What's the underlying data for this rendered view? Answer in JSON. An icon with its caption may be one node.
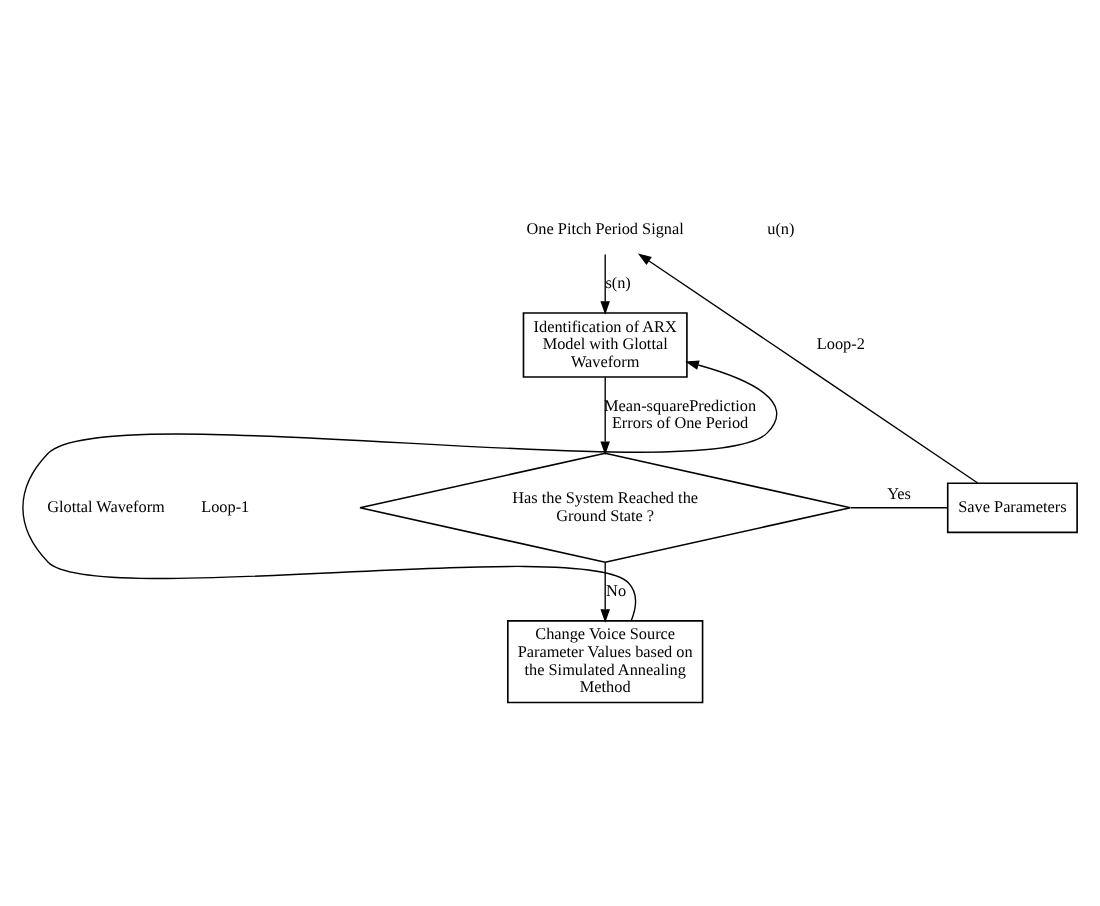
{
  "diagram": {
    "nodes": [
      {
        "text": [
          "One Pitch Period Signal"
        ]
      },
      {
        "text": [
          "Identification of ARX Model with Glottal Waveform"
        ]
      },
      {
        "text": [
          "Has the System Reached the Ground State ?"
        ]
      },
      {
        "text": [
          "Save Parameters"
        ]
      },
      {
        "text": [
          "Change Voice Source Parameter Values based on the Simulated Annealing Method"
        ]
      }
    ],
    "edges": [
      {
        "from": 0,
        "to": 1,
        "arrow": "to",
        "label": "s(n)"
      },
      {
        "from": 1,
        "to": 2,
        "arrow": "to",
        "label": "Mean-squarePrediction Errors of One Period"
      },
      {
        "from": 2,
        "to": 3,
        "arrow": "none",
        "label": "Yes"
      },
      {
        "from": 3,
        "to": 0,
        "arrow": "to",
        "label": "Loop-2"
      },
      {
        "from": 2,
        "to": 4,
        "arrow": "to",
        "label": "No"
      },
      {
        "from": 4,
        "to": 1,
        "arrow": "to",
        "label": "Glottal Waveform"
      }
    ],
    "labels": [
      "u(n)",
      "Loop-1"
    ]
  }
}
